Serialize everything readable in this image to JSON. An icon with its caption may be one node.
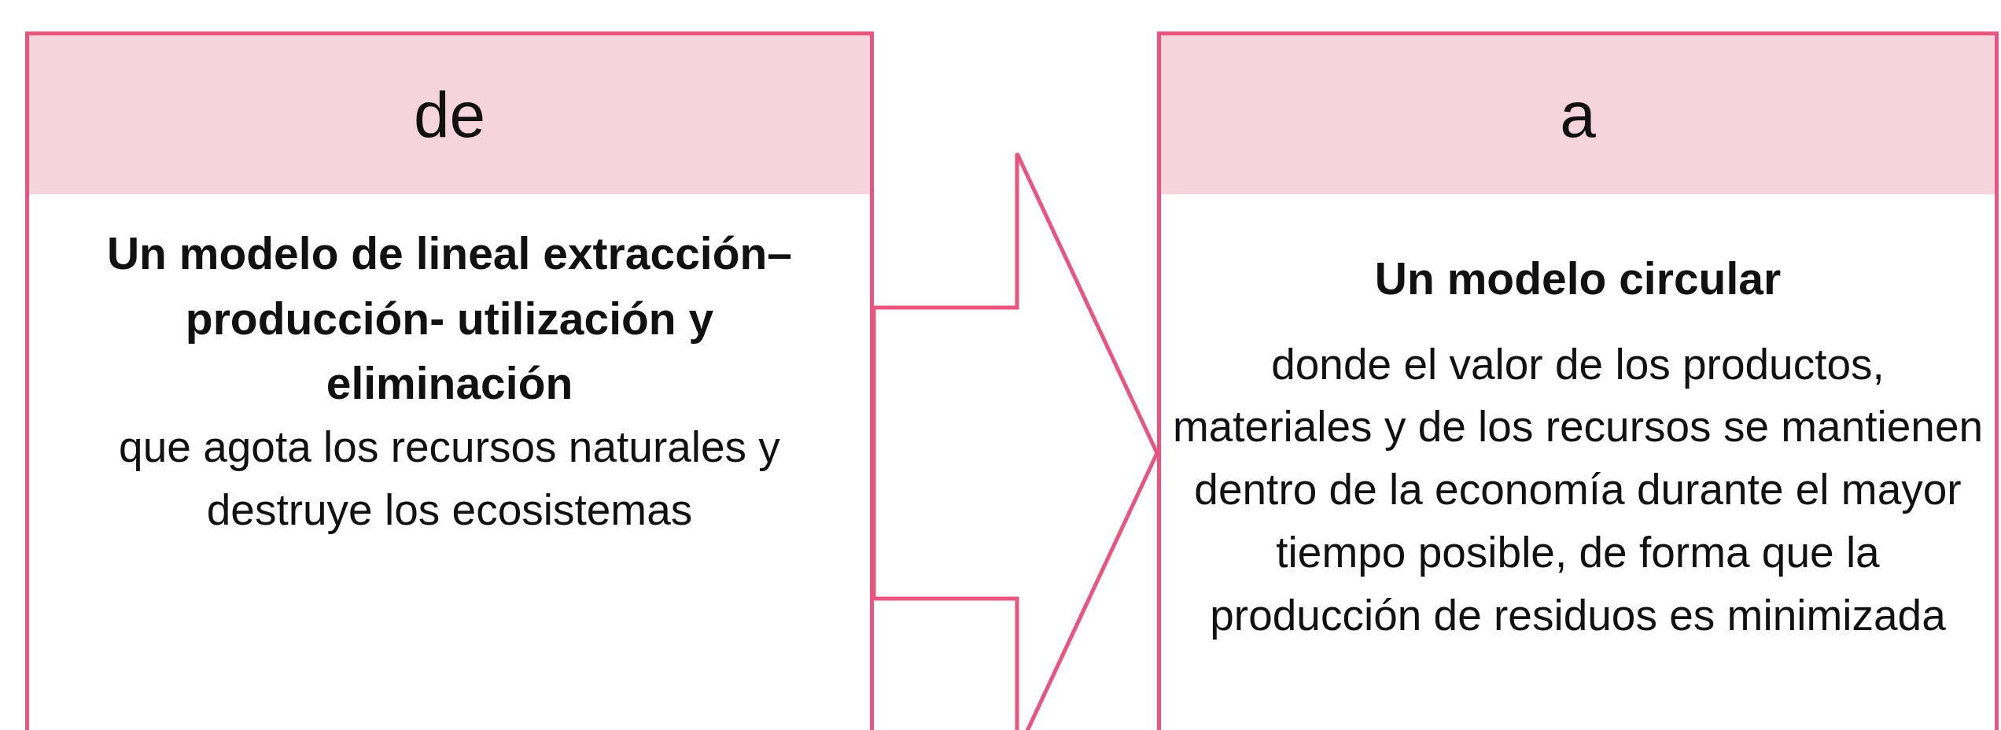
{
  "diagram": {
    "nodes": [
      {
        "text": [
          "de",
          "Un modelo de lineal extracción– producción- utilización y eliminación",
          "que agota los recursos naturales y destruye los ecosistemas"
        ]
      },
      {
        "text": [
          "a",
          "Un modelo circular",
          "donde el valor de los productos, materiales y de los recursos se mantienen dentro de la economía durante el mayor tiempo posible, de forma que la producción de residuos es minimizada"
        ]
      }
    ],
    "edges": [
      {
        "from": 0,
        "to": 1,
        "arrow": "to"
      }
    ]
  }
}
